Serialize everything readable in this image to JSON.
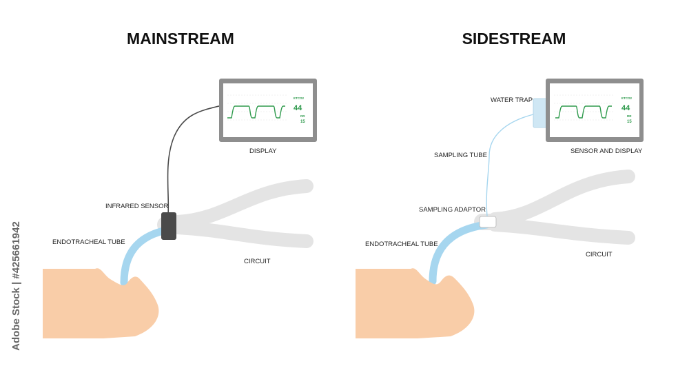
{
  "titles": {
    "left": "MAINSTREAM",
    "right": "SIDESTREAM"
  },
  "labels": {
    "display": "DISPLAY",
    "infrared_sensor": "INFRARED SENSOR",
    "endotracheal_tube": "ENDOTRACHEAL TUBE",
    "circuit": "CIRCUIT",
    "water_trap": "WATER TRAP",
    "sampling_tube": "SAMPLING TUBE",
    "sensor_and_display": "SENSOR AND DISPLAY",
    "sampling_adaptor": "SAMPLING ADAPTOR"
  },
  "monitor": {
    "etco2_label": "ETCO2",
    "etco2_value": "44",
    "rr_label": "RR",
    "rr_value": "15"
  },
  "watermark": "Adobe Stock | #425661942",
  "colors": {
    "skin": "#f9cda8",
    "tube": "#a6d6ef",
    "circuit": "#e2e2e2",
    "monitor_frame": "#8e8e8e",
    "waveform": "#2e9a4c",
    "sensor": "#4a4a4a"
  }
}
